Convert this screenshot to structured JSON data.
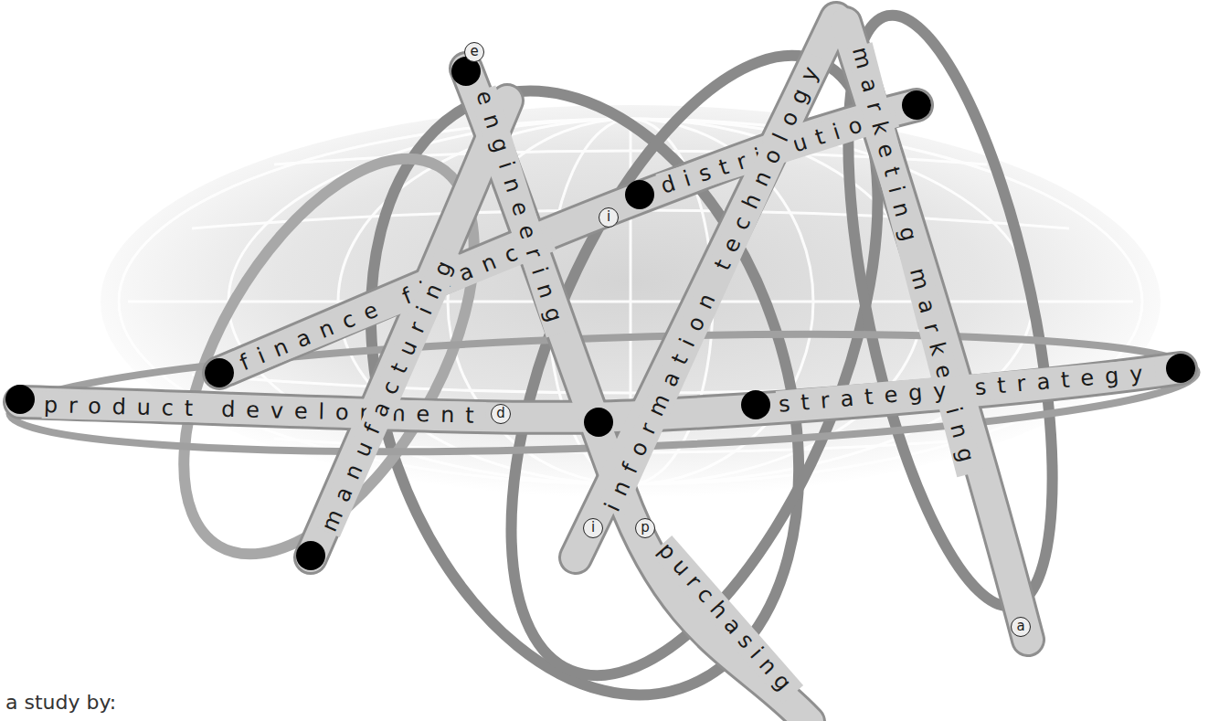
{
  "diagram": {
    "labels": [
      "product development",
      "d",
      "finance finance",
      "i",
      "distribution",
      "manufacturing",
      "e",
      "engineering",
      "information technology",
      "i",
      "p",
      "purchasing",
      "marketing marketing",
      "a",
      "strategy strategy",
      "a study by:"
    ]
  }
}
